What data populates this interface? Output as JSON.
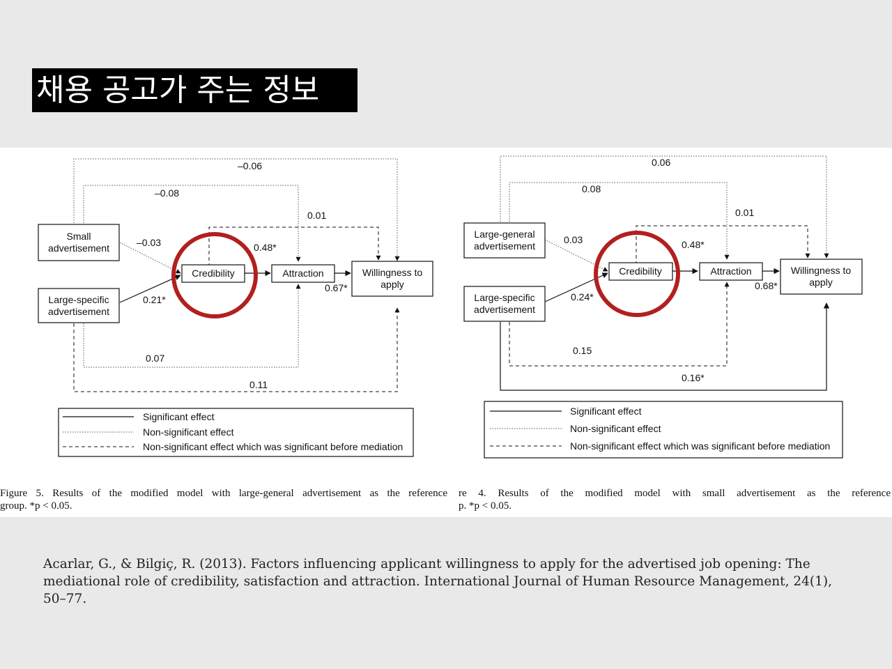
{
  "slide": {
    "title": "채용 공고가 주는 정보",
    "reference": "Acarlar, G., & Bilgiç, R. (2013). Factors influencing applicant willingness to apply for the advertised job opening: The mediational role of credibility, satisfaction and attraction. International Journal of Human Resource Management, 24(1), 50–77.",
    "highlight_color": "#b1201f"
  },
  "left_figure": {
    "boxes": {
      "small_line1": "Small",
      "small_line2": "advertisement",
      "large_line1": "Large-specific",
      "large_line2": "advertisement",
      "credibility": "Credibility",
      "attraction": "Attraction",
      "willingness_line1": "Willingness to",
      "willingness_line2": "apply"
    },
    "coefficients": {
      "outer_top": "–0.06",
      "inner_top": "–0.08",
      "to_willingness_top": "0.01",
      "small_to_cred": "–0.03",
      "cred_to_attr": "0.48*",
      "large_to_cred": "0.21*",
      "attr_to_will": "0.67*",
      "inner_bottom": "0.07",
      "outer_bottom": "0.11"
    },
    "legend": {
      "significant": "Significant effect",
      "non_significant": "Non-significant effect",
      "mediated": "Non-significant effect which was significant before mediation"
    },
    "caption_line1": "Figure 5. Results of the modified model with large-general advertisement as the reference",
    "caption_line2": "group. *p < 0.05."
  },
  "right_figure": {
    "boxes": {
      "general_line1": "Large-general",
      "general_line2": "advertisement",
      "large_line1": "Large-specific",
      "large_line2": "advertisement",
      "credibility": "Credibility",
      "attraction": "Attraction",
      "willingness_line1": "Willingness to",
      "willingness_line2": "apply"
    },
    "coefficients": {
      "outer_top": "0.06",
      "inner_top": "0.08",
      "to_willingness_top": "0.01",
      "general_to_cred": "0.03",
      "cred_to_attr": "0.48*",
      "large_to_cred": "0.24*",
      "attr_to_will": "0.68*",
      "inner_bottom": "0.15",
      "outer_bottom": "0.16*"
    },
    "legend": {
      "significant": "Significant effect",
      "non_significant": "Non-significant effect",
      "mediated": "Non-significant effect which was significant before mediation"
    },
    "caption_line1": "re 4. Results of the modified model with small advertisement as the reference",
    "caption_line2": "p. *p < 0.05."
  }
}
